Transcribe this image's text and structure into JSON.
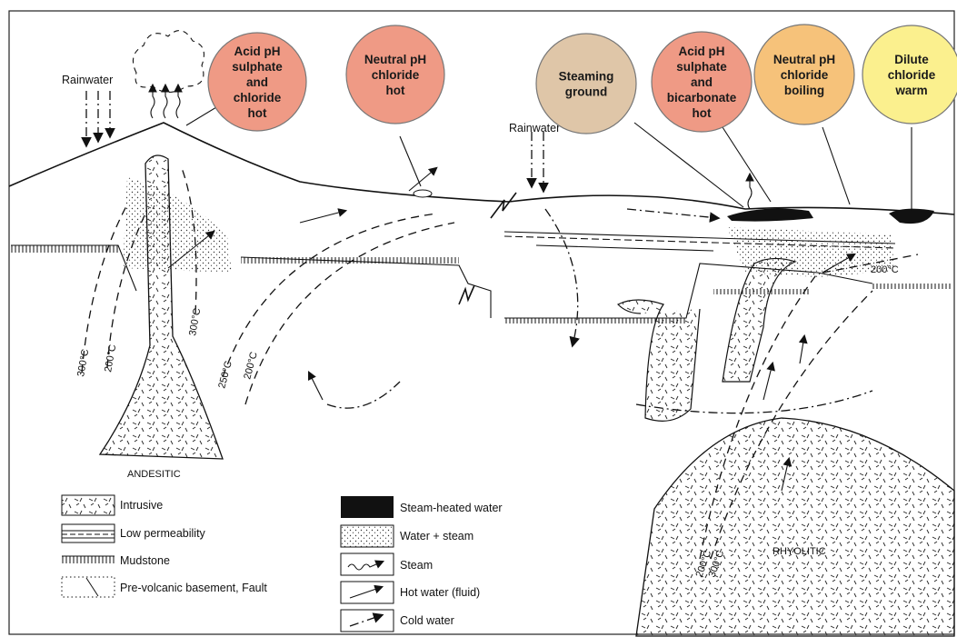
{
  "bubbles": [
    {
      "lines": [
        "Acid pH",
        "sulphate",
        "and",
        "chloride",
        "hot"
      ],
      "color": "#ef9a85"
    },
    {
      "lines": [
        "Neutral pH",
        "chloride",
        "hot"
      ],
      "color": "#ef9a85"
    },
    {
      "lines": [
        "Steaming",
        "ground"
      ],
      "color": "#dfc6a8"
    },
    {
      "lines": [
        "Acid pH",
        "sulphate",
        "and",
        "bicarbonate",
        "hot"
      ],
      "color": "#ef9a85"
    },
    {
      "lines": [
        "Neutral pH",
        "chloride",
        "boiling"
      ],
      "color": "#f6c27a"
    },
    {
      "lines": [
        "Dilute",
        "chloride",
        "warm"
      ],
      "color": "#fbf08e"
    }
  ],
  "labels": {
    "rainwater_left": "Rainwater",
    "rainwater_right": "Rainwater",
    "andesitic": "ANDESITIC",
    "rhyolitic": "RHYOLITIC",
    "iso_300_left": "300°C",
    "iso_200_left": "200°C",
    "iso_300_mid": "300°C",
    "iso_250": "250°C",
    "iso_200_mid": "200°C",
    "iso_200_right": "200°C",
    "iso_200_bottom": "200°C",
    "iso_300_bottom": "300°C"
  },
  "legend": {
    "left": [
      "Intrusive",
      "Low permeability",
      "Mudstone",
      "Pre-volcanic basement, Fault"
    ],
    "right": [
      "Steam-heated water",
      "Water + steam",
      "Steam",
      "Hot water (fluid)",
      "Cold water"
    ]
  }
}
